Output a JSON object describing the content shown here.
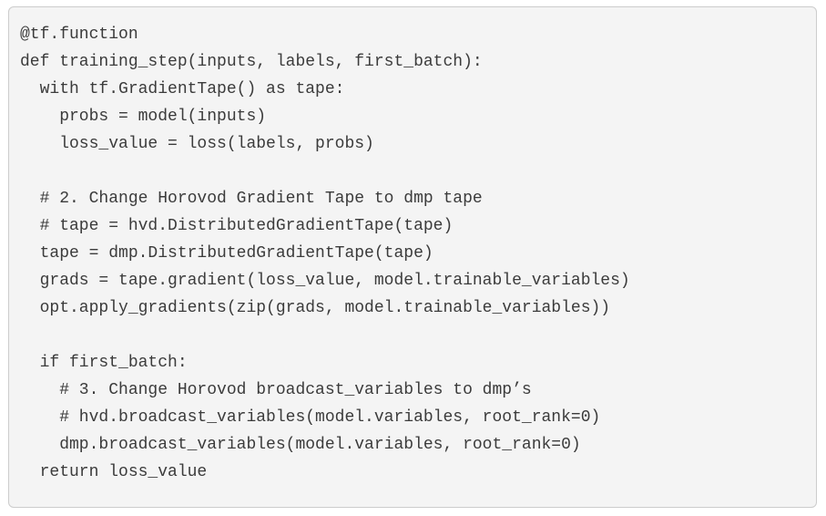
{
  "code": {
    "lines": [
      "@tf.function",
      "def training_step(inputs, labels, first_batch):",
      "  with tf.GradientTape() as tape:",
      "    probs = model(inputs)",
      "    loss_value = loss(labels, probs)",
      "",
      "  # 2. Change Horovod Gradient Tape to dmp tape",
      "  # tape = hvd.DistributedGradientTape(tape)",
      "  tape = dmp.DistributedGradientTape(tape)",
      "  grads = tape.gradient(loss_value, model.trainable_variables)",
      "  opt.apply_gradients(zip(grads, model.trainable_variables))",
      "",
      "  if first_batch:",
      "    # 3. Change Horovod broadcast_variables to dmp’s",
      "    # hvd.broadcast_variables(model.variables, root_rank=0)",
      "    dmp.broadcast_variables(model.variables, root_rank=0)",
      "  return loss_value"
    ],
    "colors": {
      "panel_background": "#f4f4f4",
      "panel_border": "#cccccc",
      "text": "#3b3b3b",
      "page_background": "#ffffff"
    }
  }
}
